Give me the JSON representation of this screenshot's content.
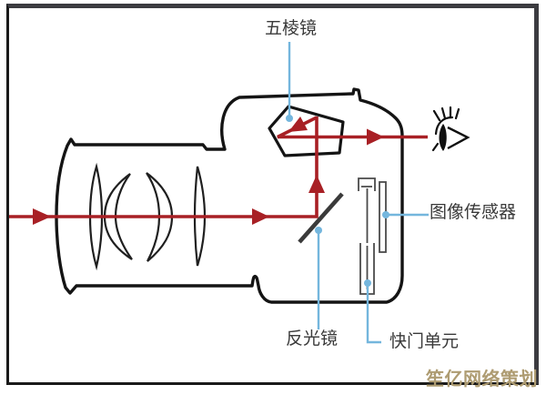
{
  "figure": {
    "type": "dslr-light-path-diagram",
    "labels": {
      "pentaprism": "五棱镜",
      "image_sensor": "图像传感器",
      "reflex_mirror": "反光镜",
      "shutter_unit": "快门单元"
    },
    "watermark": "笙亿网络策划",
    "icons": {
      "viewfinder": "eye-icon"
    },
    "colors": {
      "light_path_red": "#a82025",
      "callout_blue": "#74b6dd",
      "outline_black": "#141414",
      "detail_gray": "#4a4a4a",
      "watermark_tan": "#ae9c72",
      "frame_dark": "#3b3b40"
    }
  }
}
